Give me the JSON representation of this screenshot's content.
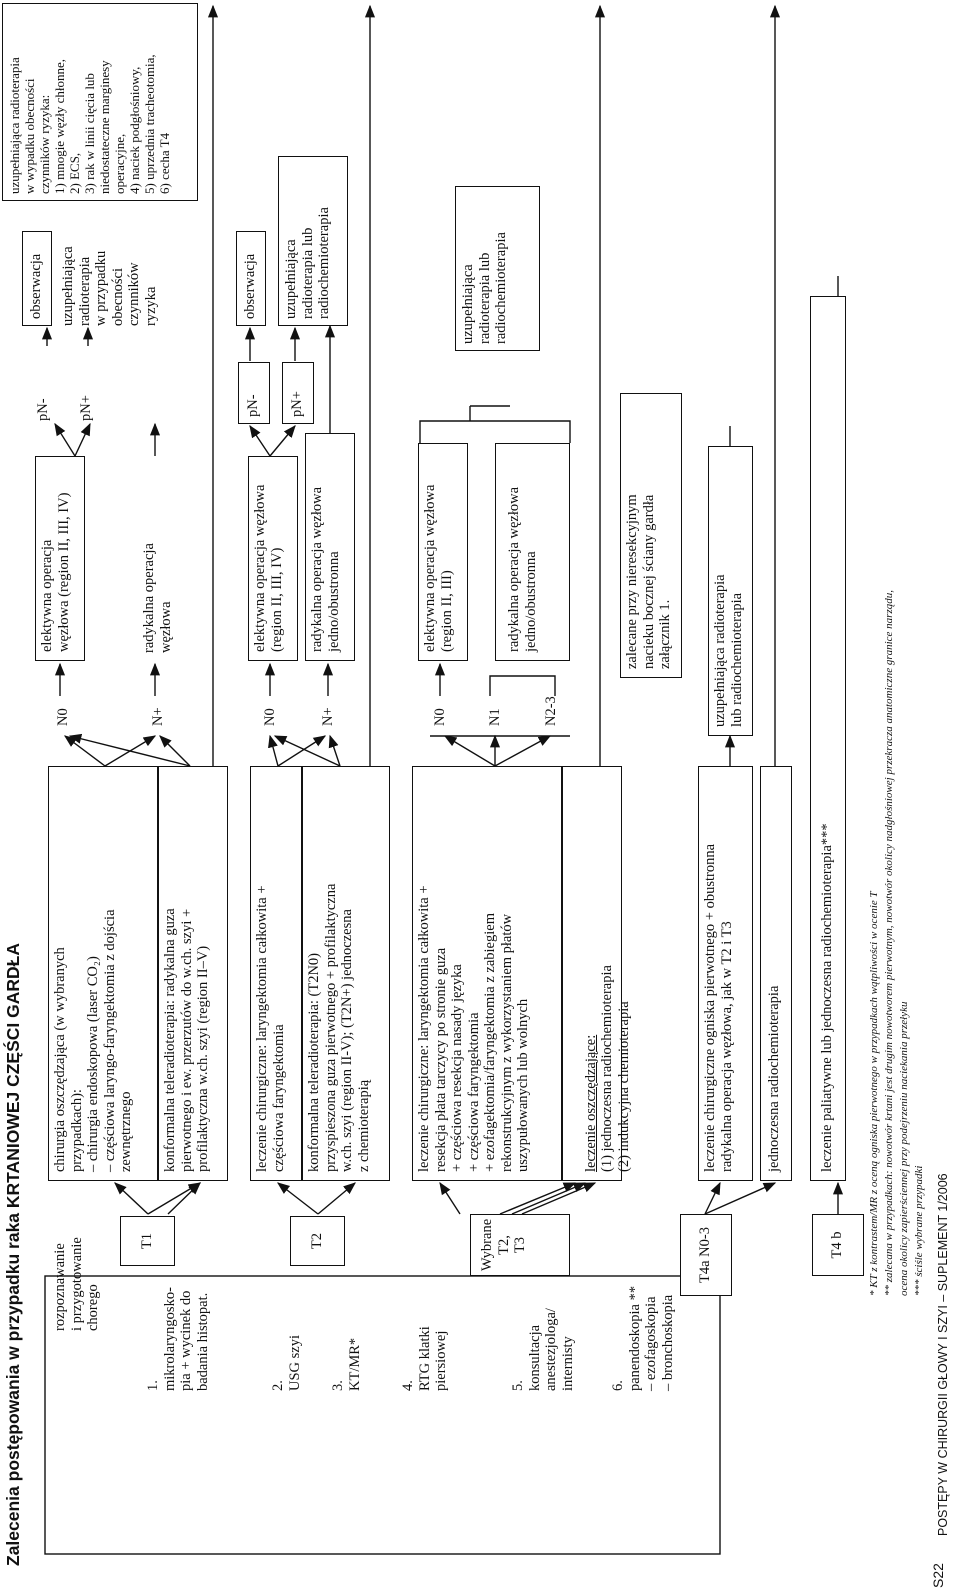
{
  "title": "Zalecenia postępowania w przypadku raka KRTANIOWEJ CZĘŚCI GARDŁA",
  "page_number": "S22",
  "journal": "POSTĘPY W CHIRURGII GŁOWY I SZYI – SUPLEMENT 1/2006",
  "diagnostics": {
    "header": "rozpoznawanie\ni przygotowanie\nchorego",
    "steps": [
      "1.\nmikrolaryngosko-\npia + wycinek do\nbadania histopat.",
      "2.\nUSG szyi",
      "3.\nKT/MR*",
      "4.\nRTG klatki\npiersiowej",
      "5.\nkonsultacja\nanestezjologa/\ninternisty",
      "6.\npanendoskopia **\n– ezofagoskopia\n– bronchoskopia"
    ]
  },
  "stages": {
    "t1": "T1",
    "t2": "T2",
    "t3": "Wybrane\nT2,\nT3",
    "t4a": "T4a N0-3",
    "t4b": "T4 b"
  },
  "t1": {
    "surgery": "chirurgia oszczędzająca (w wybranych\nprzypadkach):\n– chirurgia endoskopowa (laser CO₂)\n– częściowa laryngo-faryngektomia z dojścia\n   zewnętrznego",
    "radio": "konformalna teleradioterapia:  radykalna guza\npierwotnego i ew. przerzutów do w.ch. szyi +\nprofilaktyczna w.ch. szyi (region II–V)",
    "n0": "N0",
    "nplus": "N+",
    "elective": "elektywna operacja\nwęzłowa (region II, III, IV)",
    "radical": "radykalna operacja\nwęzłowa",
    "pnminus": "pN-",
    "pnplus": "pN+",
    "obs": "obserwacja",
    "adjuvant": "uzupełniająca\nradioterapia\nw przypadku\nobecności\nczynników\nryzyka",
    "risk": "uzupełniająca radioterapia\nw wypadku obecności\nczynników ryzyka:\n1) mnogie węzły chłonne,\n2) ECS,\n3) rak w linii cięcia lub\n    niedostateczne marginesy\n    operacyjne,\n4) naciek podgłośniowy,\n5) uprzednia tracheotomia,\n6) cecha T4"
  },
  "t2": {
    "surgery": "leczenie chirurgiczne: laryngektomia całkowita +\nczęściowa faryngektomia",
    "radio": "konformalna teleradioterapia: (T2N0)\nprzyspieszona guza pierwotnego + profilaktyczna\nw.ch. szyi (region II-V); (T2N+) jednoczesna\nz chemioterapią",
    "n0": "N0",
    "nplus": "N+",
    "elective": "elektywna operacja węzłowa\n(region II, III, IV)",
    "radical": "radykalna operacja węzłowa\njedno/obustronna",
    "pnminus": "pN-",
    "pnplus": "pN+",
    "obs": "obserwacja",
    "adjuvant": "uzupełniająca\nradioterapia lub\nradiochemioterapia"
  },
  "t3": {
    "surgery": "leczenie chirurgiczne: laryngektomia całkowita +\nresekcja płata tarczycy po stronie guza\n+ częściowa resekcja nasady języka\n+ częściowa faryngektomia\n+ ezofagektomia/faryngektomia z zabiegiem\nrekonstrukcyjnym z wykorzystaniem płatów\nuszypułowanych lub wolnych",
    "sparing_label": "leczenie oszczędzające:",
    "sparing": "(1) jednoczesna radiochemioterapia\n(2) indukcyjna chemioterapia",
    "n0": "N0",
    "n1": "N1",
    "n23": "N2-3",
    "elective": "elektywna operacja węzłowa\n(region II, III)",
    "radical": "radykalna operacja węzłowa\njedno/obustronna",
    "adjuvant": "uzupełniająca\nradioterapia lub\nradiochemioterapia"
  },
  "t4a": {
    "surgery": "leczenie chirurgiczne ogniska pierwotnego + obustronna\nradykalna operacja węzłowa, jak w T2 i T3",
    "radiochemo": "jednoczesna radiochemioterapia",
    "recommended": "zalecane przy nieresekcyjnym\nnacieku bocznej ściany gardła\nzałącznik 1.",
    "adjuvant": "uzupełniająca radioterapia\nlub radiochemioterapia"
  },
  "t4b": {
    "palliative": "leczenie paliatywne lub jednoczesna radiochemioterapia***"
  },
  "footnotes": [
    "* KT z kontrastem/MR z oceną ogniska pierwotnego w przypadkach wątpliwości w ocenie T",
    "** zalecana w przypadkach: nowotwór krtani jest drugim nowotworem pierwotnym, nowotwór okolicy nadgłośniowej przekracza anatomiczne granice narządu,",
    "     ocena okolicy zapierściennej przy podejrzeniu naciekania przełyku",
    "*** ściśle wybrane przypadki"
  ]
}
